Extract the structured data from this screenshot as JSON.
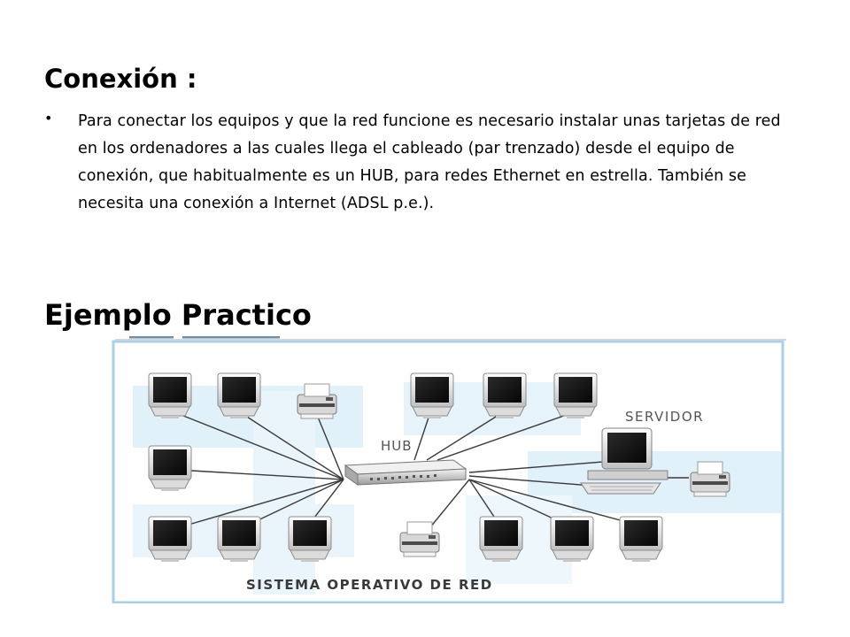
{
  "slide": {
    "heading1": "Conexión :",
    "bullet": "Para conectar los equipos y que la red funcione es necesario instalar unas tarjetas de red en los ordenadores a las cuales llega el cableado (par trenzado) desde el equipo de conexión, que habitualmente es un HUB, para redes Ethernet en estrella. También se necesita una conexión a Internet (ADSL p.e.).",
    "heading2": "Ejemplo Practico"
  },
  "diagram": {
    "hub_label": "HUB",
    "server_label": "SERVIDOR",
    "caption": "SISTEMA OPERATIVO DE RED",
    "colors": {
      "border": "#a9d0e8",
      "band": "#e1f1fa",
      "line": "#3a3a3a"
    }
  }
}
